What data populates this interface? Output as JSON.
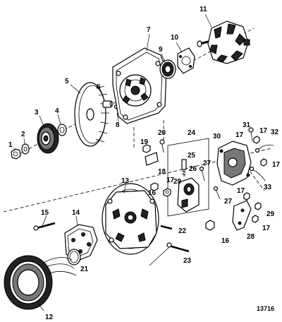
{
  "diagram": {
    "reference_number": "13716",
    "callouts": [
      {
        "id": "c1",
        "label": "1"
      },
      {
        "id": "c2",
        "label": "2"
      },
      {
        "id": "c3",
        "label": "3"
      },
      {
        "id": "c4",
        "label": "4"
      },
      {
        "id": "c5",
        "label": "5"
      },
      {
        "id": "c6",
        "label": "6"
      },
      {
        "id": "c7",
        "label": "7"
      },
      {
        "id": "c8",
        "label": "8"
      },
      {
        "id": "c9",
        "label": "9"
      },
      {
        "id": "c10",
        "label": "10"
      },
      {
        "id": "c11",
        "label": "11"
      },
      {
        "id": "c12",
        "label": "12"
      },
      {
        "id": "c13",
        "label": "13"
      },
      {
        "id": "c14",
        "label": "14"
      },
      {
        "id": "c15",
        "label": "15"
      },
      {
        "id": "c16a",
        "label": "16"
      },
      {
        "id": "c16b",
        "label": "16"
      },
      {
        "id": "c17a",
        "label": "17"
      },
      {
        "id": "c17b",
        "label": "17"
      },
      {
        "id": "c17c",
        "label": "17"
      },
      {
        "id": "c17d",
        "label": "17"
      },
      {
        "id": "c17e",
        "label": "17"
      },
      {
        "id": "c17f",
        "label": "17"
      },
      {
        "id": "c18",
        "label": "18"
      },
      {
        "id": "c19",
        "label": "19"
      },
      {
        "id": "c20",
        "label": "20"
      },
      {
        "id": "c21",
        "label": "21"
      },
      {
        "id": "c22",
        "label": "22"
      },
      {
        "id": "c23",
        "label": "23"
      },
      {
        "id": "c24",
        "label": "24"
      },
      {
        "id": "c25",
        "label": "25"
      },
      {
        "id": "c26",
        "label": "26"
      },
      {
        "id": "c27a",
        "label": "27"
      },
      {
        "id": "c27b",
        "label": "27"
      },
      {
        "id": "c28",
        "label": "28"
      },
      {
        "id": "c29a",
        "label": "29"
      },
      {
        "id": "c29b",
        "label": "29"
      },
      {
        "id": "c30",
        "label": "30"
      },
      {
        "id": "c31",
        "label": "31"
      },
      {
        "id": "c32",
        "label": "32"
      },
      {
        "id": "c33",
        "label": "33"
      }
    ]
  }
}
